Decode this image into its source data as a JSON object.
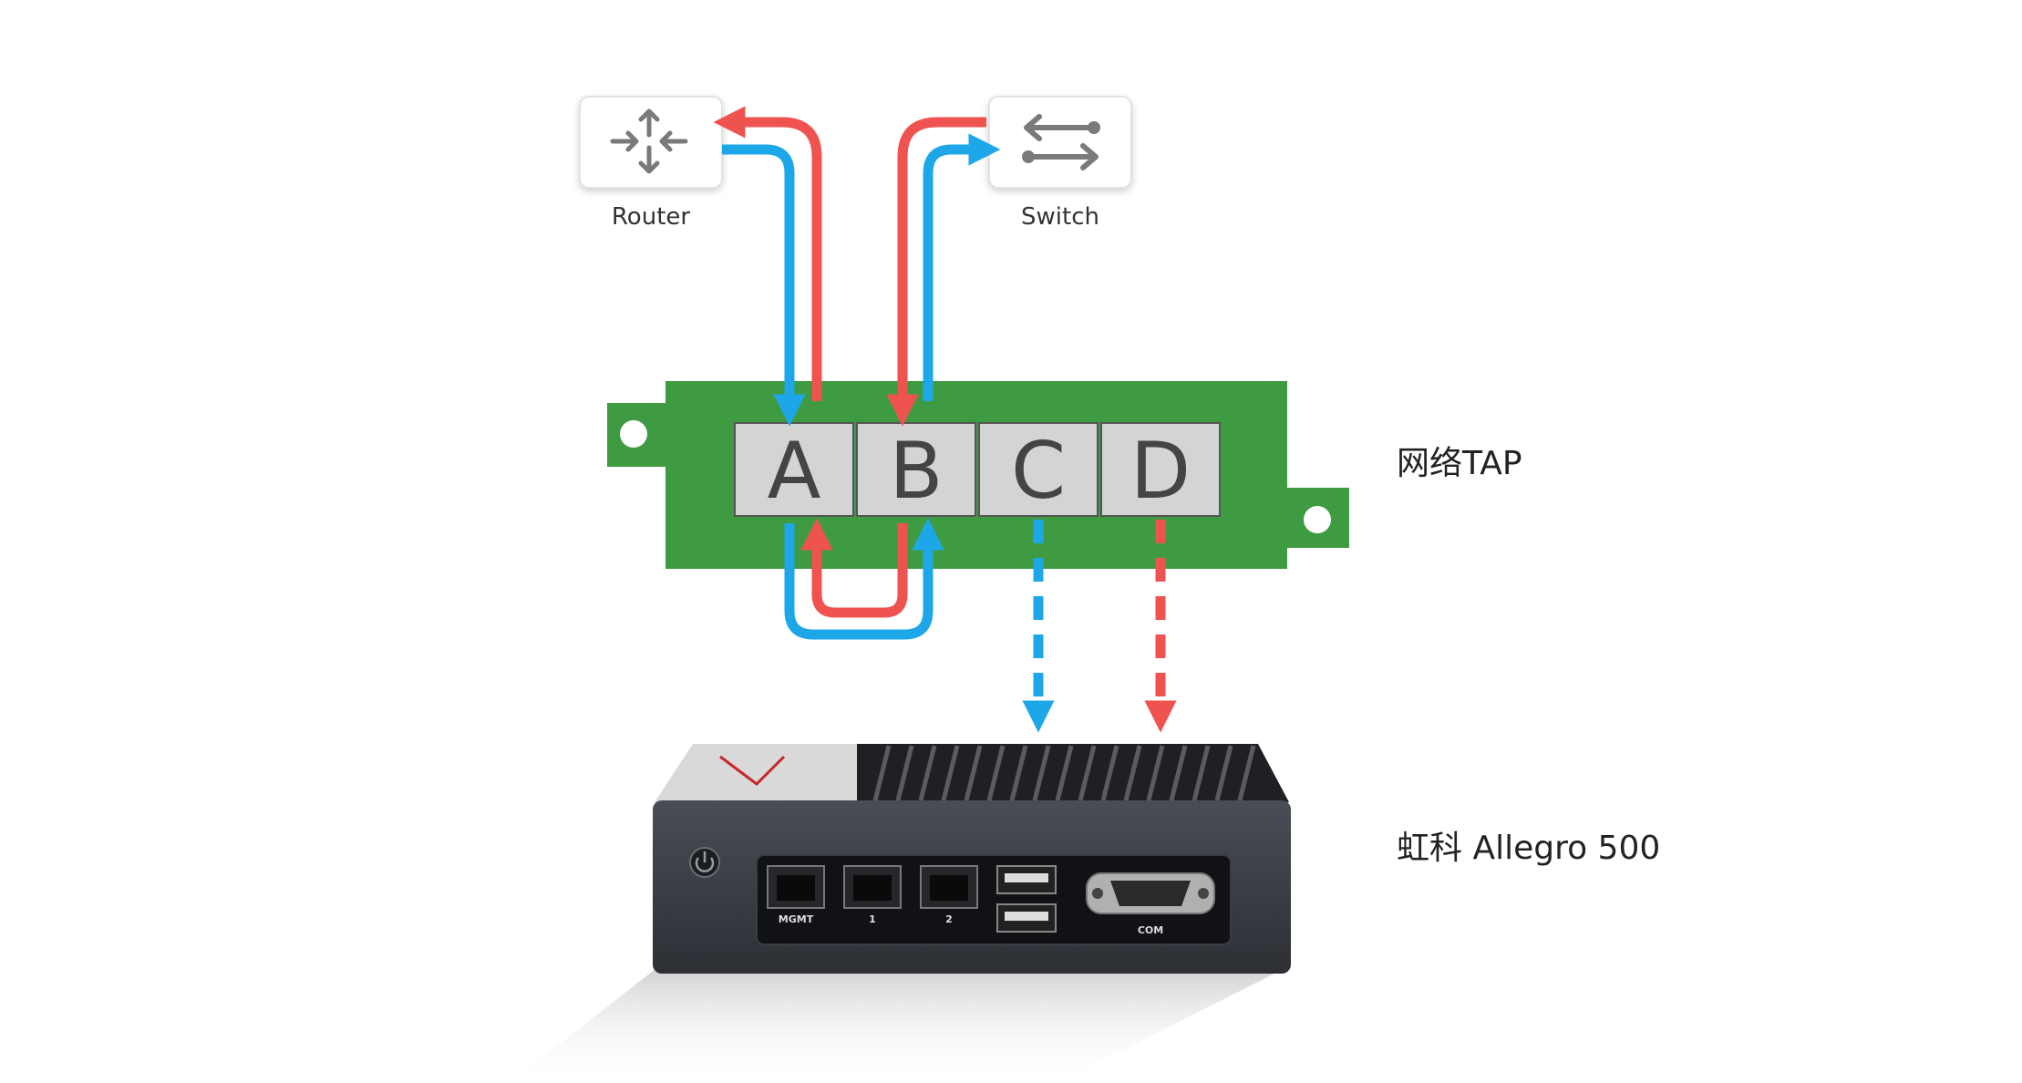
{
  "devices": {
    "router": {
      "label": "Router",
      "icon": "router-icon"
    },
    "switch": {
      "label": "Switch",
      "icon": "switch-icon"
    }
  },
  "tap": {
    "label": "网络TAP",
    "ports": [
      "A",
      "B",
      "C",
      "D"
    ],
    "color": "#3f9b42"
  },
  "appliance": {
    "label": "虹科 Allegro 500",
    "port_labels": {
      "mgmt": "MGMT",
      "port1": "1",
      "port2": "2",
      "com": "COM"
    }
  },
  "colors": {
    "flow_red": "#ef5350",
    "flow_blue": "#1ea7e8",
    "port_fill": "#d4d4d4"
  }
}
